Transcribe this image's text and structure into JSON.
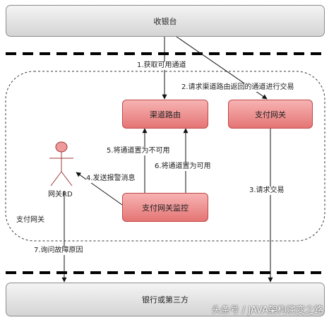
{
  "nodes": {
    "cashier": "收银台",
    "channel_router": "渠道路由",
    "payment_gateway": "支付网关",
    "gateway_monitor": "支付网关监控",
    "bank": "银行或第三方",
    "actor": "网关RD",
    "region": "支付网关"
  },
  "edges": {
    "e1": "1.获取可用通道",
    "e2": "2.请求渠道路由返回的通道进行交易",
    "e3": "3.请求交易",
    "e4": "4.发送报警消息",
    "e5": "5.将通道置为不可用",
    "e6": "6.将通道置为可用",
    "e7": "7.询问故障原因"
  },
  "watermark": "头条号 / JAVA架构演变之路"
}
